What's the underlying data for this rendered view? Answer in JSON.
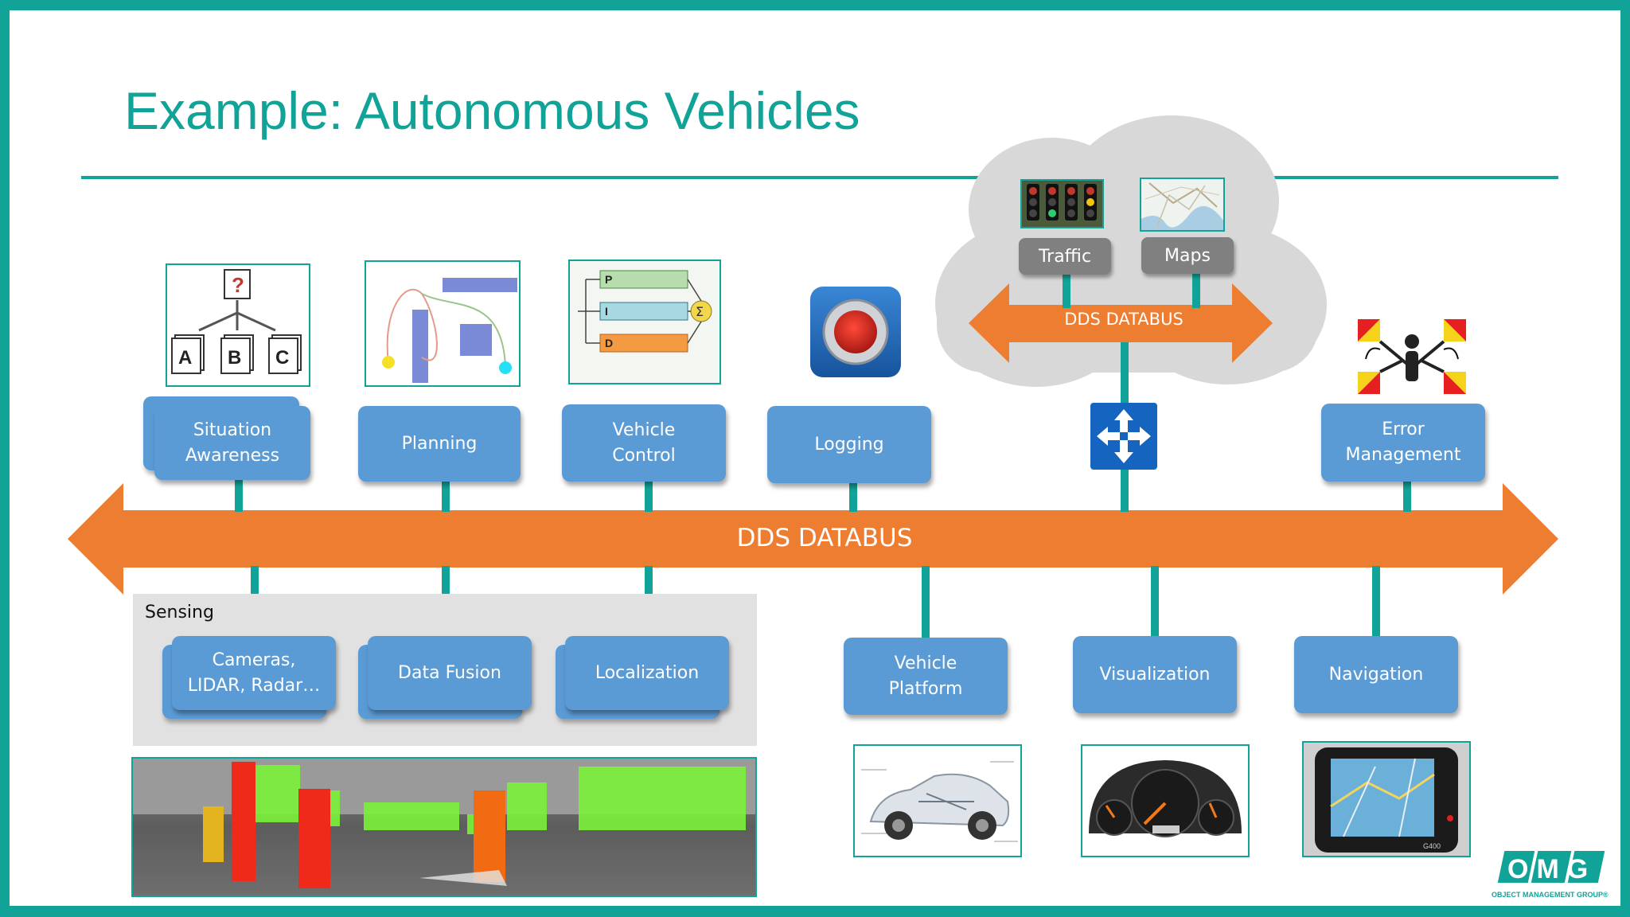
{
  "slide": {
    "title": "Example: Autonomous Vehicles"
  },
  "main_bus": {
    "label": "DDS DATABUS",
    "color": "#ed7d31"
  },
  "cloud": {
    "bus_label": "DDS DATABUS",
    "traffic_label": "Traffic",
    "maps_label": "Maps",
    "router_icon": "four-arrows-router-icon"
  },
  "top_nodes": {
    "situation_awareness": "Situation\nAwareness",
    "planning": "Planning",
    "vehicle_control": "Vehicle\nControl",
    "logging": "Logging",
    "error_management": "Error\nManagement"
  },
  "sensing": {
    "label": "Sensing",
    "cameras": "Cameras,\nLIDAR, Radar…",
    "data_fusion": "Data Fusion",
    "localization": "Localization"
  },
  "bottom_nodes": {
    "vehicle_platform": "Vehicle\nPlatform",
    "visualization": "Visualization",
    "navigation": "Navigation"
  },
  "pictures": {
    "vehicle_control_labels": [
      "P",
      "I",
      "D",
      "Σ"
    ],
    "abc_labels": [
      "A",
      "B",
      "C",
      "?"
    ],
    "gps_brand": "G400"
  },
  "logo": {
    "text": "OMG",
    "subtitle": "OBJECT MANAGEMENT GROUP®"
  },
  "colors": {
    "teal": "#12a398",
    "node_blue": "#5b9bd5",
    "orange": "#ed7d31",
    "cloud_grey": "#d8d8d8"
  }
}
